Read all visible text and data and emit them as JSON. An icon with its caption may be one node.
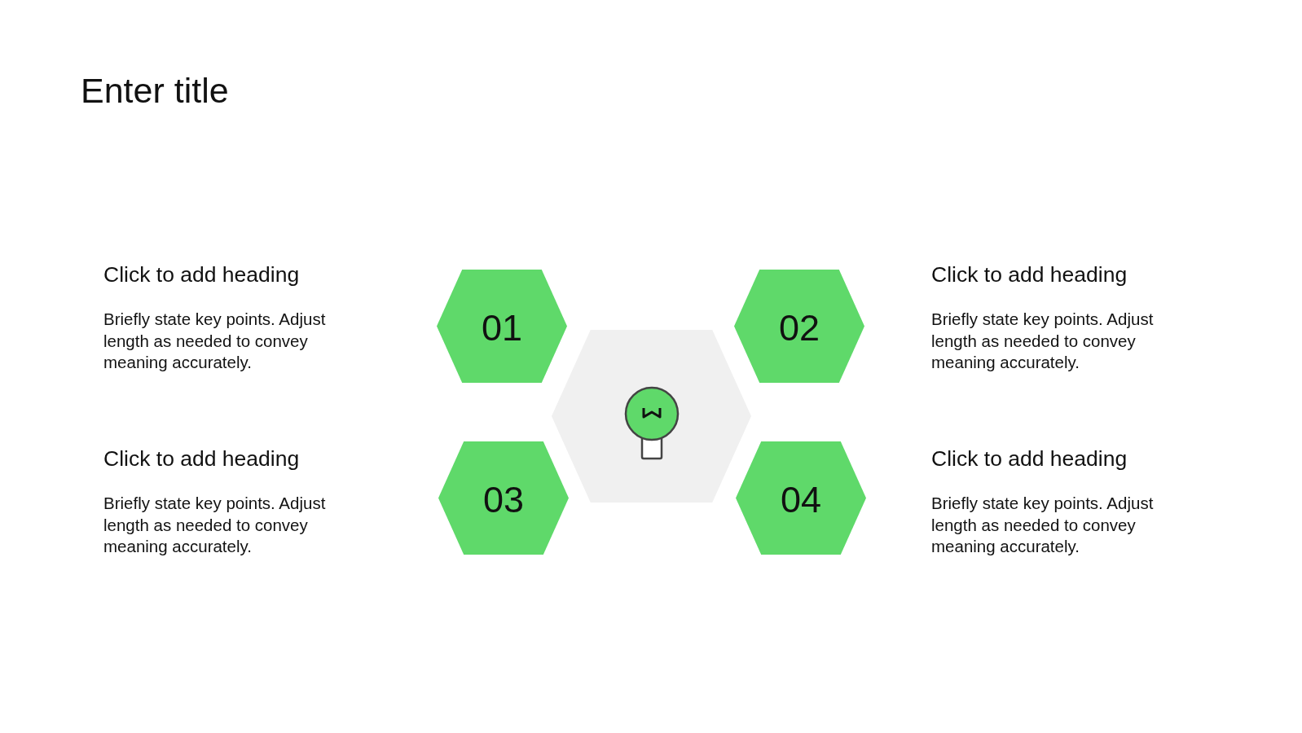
{
  "diagram": {
    "title": "Enter title",
    "nodes": [
      {
        "text": [
          "01"
        ],
        "beside": [
          "Click to add heading",
          "Briefly state key points. Adjust length as needed to convey meaning accurately."
        ]
      },
      {
        "text": [
          "02"
        ],
        "beside": [
          "Click to add heading",
          "Briefly state key points. Adjust length as needed to convey meaning accurately."
        ]
      },
      {
        "text": [],
        "shape": "hexagon"
      },
      {
        "text": [
          "03"
        ],
        "beside": [
          "Click to add heading",
          "Briefly state key points. Adjust length as needed to convey meaning accurately."
        ]
      },
      {
        "text": [
          "04"
        ],
        "beside": [
          "Click to add heading",
          "Briefly state key points. Adjust length as needed to convey meaning accurately."
        ]
      }
    ]
  }
}
